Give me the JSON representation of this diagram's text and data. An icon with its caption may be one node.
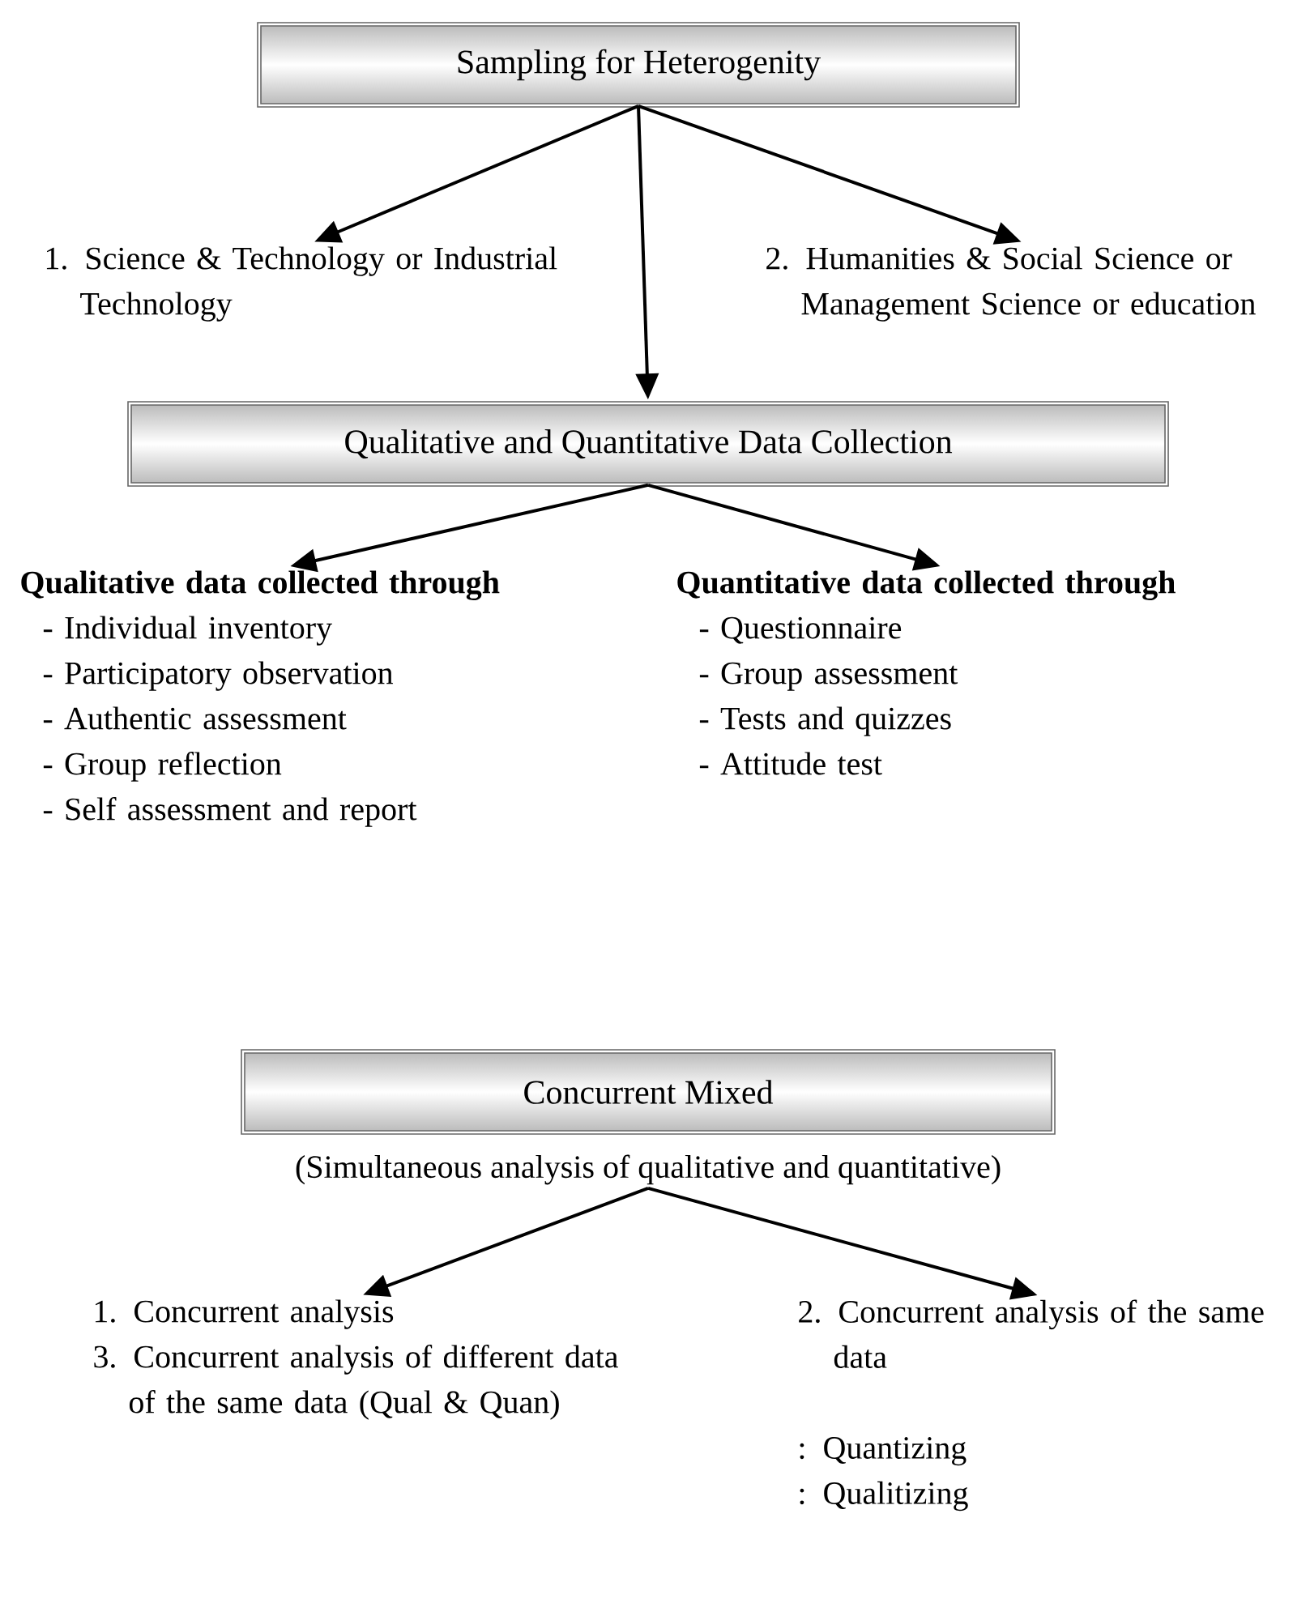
{
  "diagram": {
    "nodes": [
      {
        "text": [
          "Sampling for Heterogenity"
        ]
      },
      {
        "text": [
          "1. Science & Technology or Industrial Technology"
        ]
      },
      {
        "text": [
          "2. Humanities & Social Science or Management Science or education"
        ]
      },
      {
        "text": [
          "Qualitative and Quantitative Data Collection"
        ]
      },
      {
        "text": [
          "Qualitative data collected through",
          "- Individual inventory",
          "- Participatory observation",
          "- Authentic assessment",
          "- Group reflection",
          "- Self assessment and report"
        ]
      },
      {
        "text": [
          "Quantitative data collected through",
          "- Questionnaire",
          "- Group assessment",
          "- Tests and quizzes",
          "- Attitude test"
        ]
      },
      {
        "text": [
          "Concurrent Mixed"
        ]
      },
      {
        "text": [
          "(Simultaneous analysis of qualitative and quantitative)"
        ]
      },
      {
        "text": [
          "1. Concurrent analysis",
          "3. Concurrent analysis of different data of the same data (Qual & Quan)"
        ]
      },
      {
        "text": [
          "2. Concurrent analysis of the same data",
          ": Quantizing",
          ": Qualitizing"
        ]
      }
    ],
    "edges": [
      {
        "from": 0,
        "to": 1,
        "arrow": "to"
      },
      {
        "from": 0,
        "to": 2,
        "arrow": "to"
      },
      {
        "from": 0,
        "to": 3,
        "arrow": "to"
      },
      {
        "from": 3,
        "to": 4,
        "arrow": "to"
      },
      {
        "from": 3,
        "to": 5,
        "arrow": "to"
      },
      {
        "from": 7,
        "to": 8,
        "arrow": "to"
      },
      {
        "from": 7,
        "to": 9,
        "arrow": "to"
      }
    ]
  }
}
